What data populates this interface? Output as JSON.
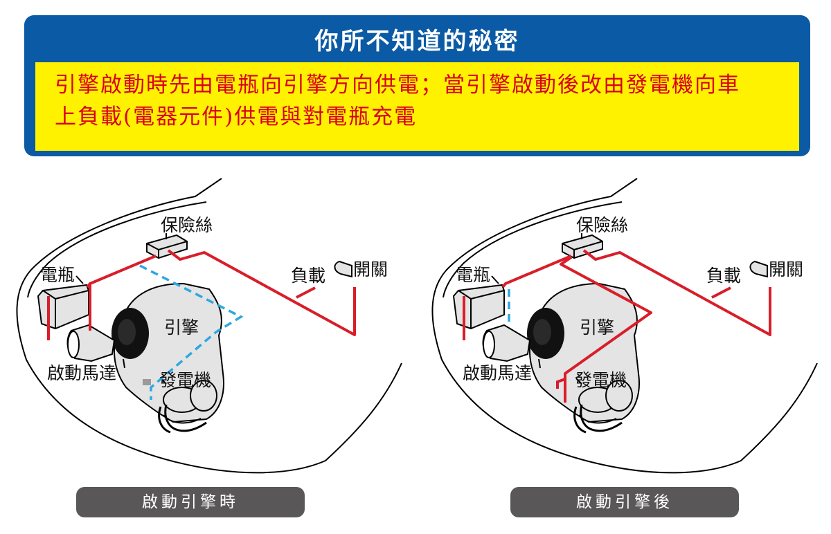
{
  "header": {
    "title": "你所不知道的秘密",
    "text_line1": "引擎啟動時先由電瓶向引擎方向供電；當引擎啟動後改由發電機向車",
    "text_line2": "上負載(電器元件)供電與對電瓶充電"
  },
  "colors": {
    "banner_blue": "#0b5aa5",
    "highlight_yellow": "#fff200",
    "text_red": "#d9001b",
    "wire_red": "#d81e2a",
    "wire_blue": "#2ea7e0",
    "part_fill": "#e4e4e4",
    "pill_gray": "#595757"
  },
  "diagram_left": {
    "labels": {
      "fuse": "保險絲",
      "battery": "電瓶",
      "load": "負載",
      "switch": "開關",
      "engine": "引擎",
      "starter": "啟動馬達",
      "generator": "發電機"
    },
    "caption": "啟動引擎時"
  },
  "diagram_right": {
    "labels": {
      "fuse": "保險絲",
      "battery": "電瓶",
      "load": "負載",
      "switch": "開關",
      "engine": "引擎",
      "starter": "啟動馬達",
      "generator": "發電機"
    },
    "caption": "啟動引擎後"
  }
}
